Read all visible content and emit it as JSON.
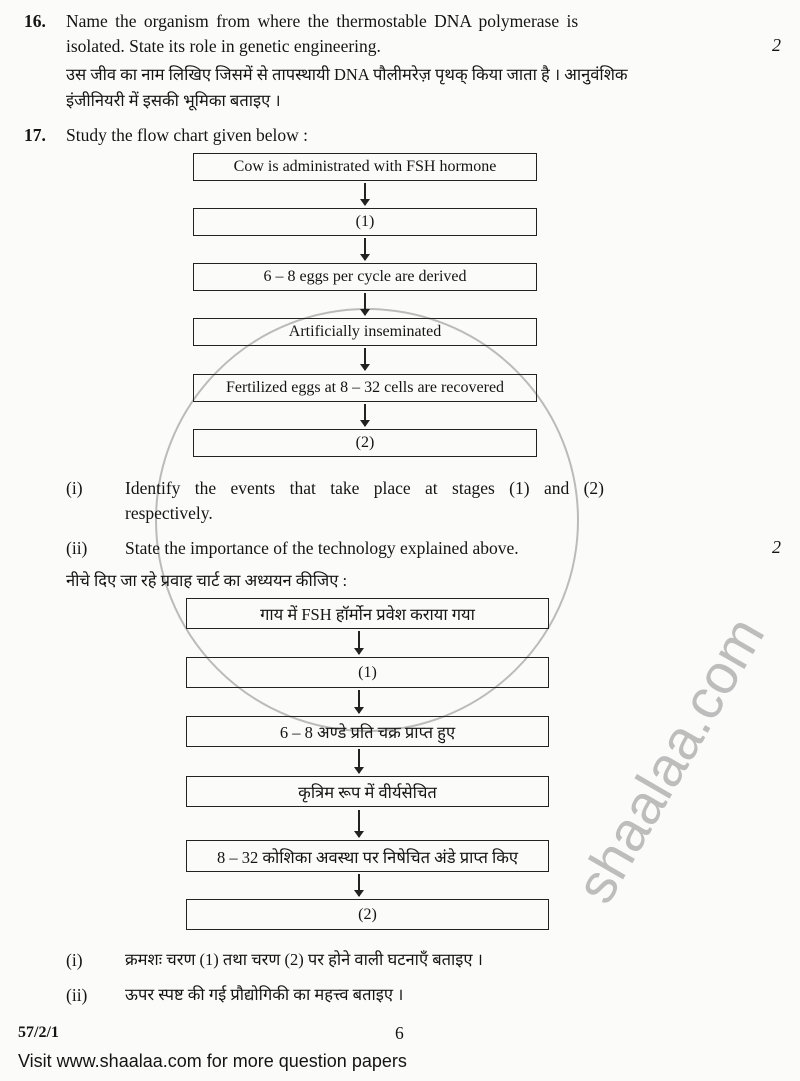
{
  "q16": {
    "number": "16.",
    "en_line1": "Name the organism from where the thermostable DNA polymerase is",
    "en_line2": "isolated. State its role in genetic engineering.",
    "marks": "2",
    "hi_line1": "उस जीव का नाम लिखिए जिसमें से तापस्थायी DNA पौलीमरेज़ पृथक् किया जाता है । आनुवंशिक",
    "hi_line2": "इंजीनियरी में इसकी भूमिका बताइए ।"
  },
  "q17": {
    "number": "17.",
    "intro": "Study the flow chart given below :",
    "flow_en": [
      "Cow is administrated with FSH hormone",
      "(1)",
      "6 – 8 eggs per cycle are derived",
      "Artificially inseminated",
      "Fertilized eggs at 8 – 32 cells are recovered",
      "(2)"
    ],
    "sub_en": [
      {
        "label": "(i)",
        "line1": "Identify the events that take place at stages (1) and (2)",
        "line2": "respectively."
      },
      {
        "label": "(ii)",
        "line1": "State the importance of the technology explained above."
      }
    ],
    "marks": "2",
    "intro_hi": "नीचे दिए जा रहे प्रवाह चार्ट का अध्ययन कीजिए :",
    "flow_hi": [
      "गाय में FSH हॉर्मोन प्रवेश कराया गया",
      "(1)",
      "6 – 8 अण्डे प्रति चक्र प्राप्त हुए",
      "कृत्रिम रूप में वीर्यसेचित",
      "8 – 32 कोशिका अवस्था पर निषेचित अंडे प्राप्त किए",
      "(2)"
    ],
    "sub_hi": [
      {
        "label": "(i)",
        "text": "क्रमशः चरण (1) तथा चरण (2) पर होने वाली घटनाएँ बताइए ।"
      },
      {
        "label": "(ii)",
        "text": "ऊपर स्पष्ट की गई प्रौद्योगिकी का महत्त्व बताइए ।"
      }
    ]
  },
  "footer": {
    "code": "57/2/1",
    "page": "6",
    "banner": "Visit www.shaalaa.com for more question papers"
  },
  "watermark": "shaalaa.com"
}
